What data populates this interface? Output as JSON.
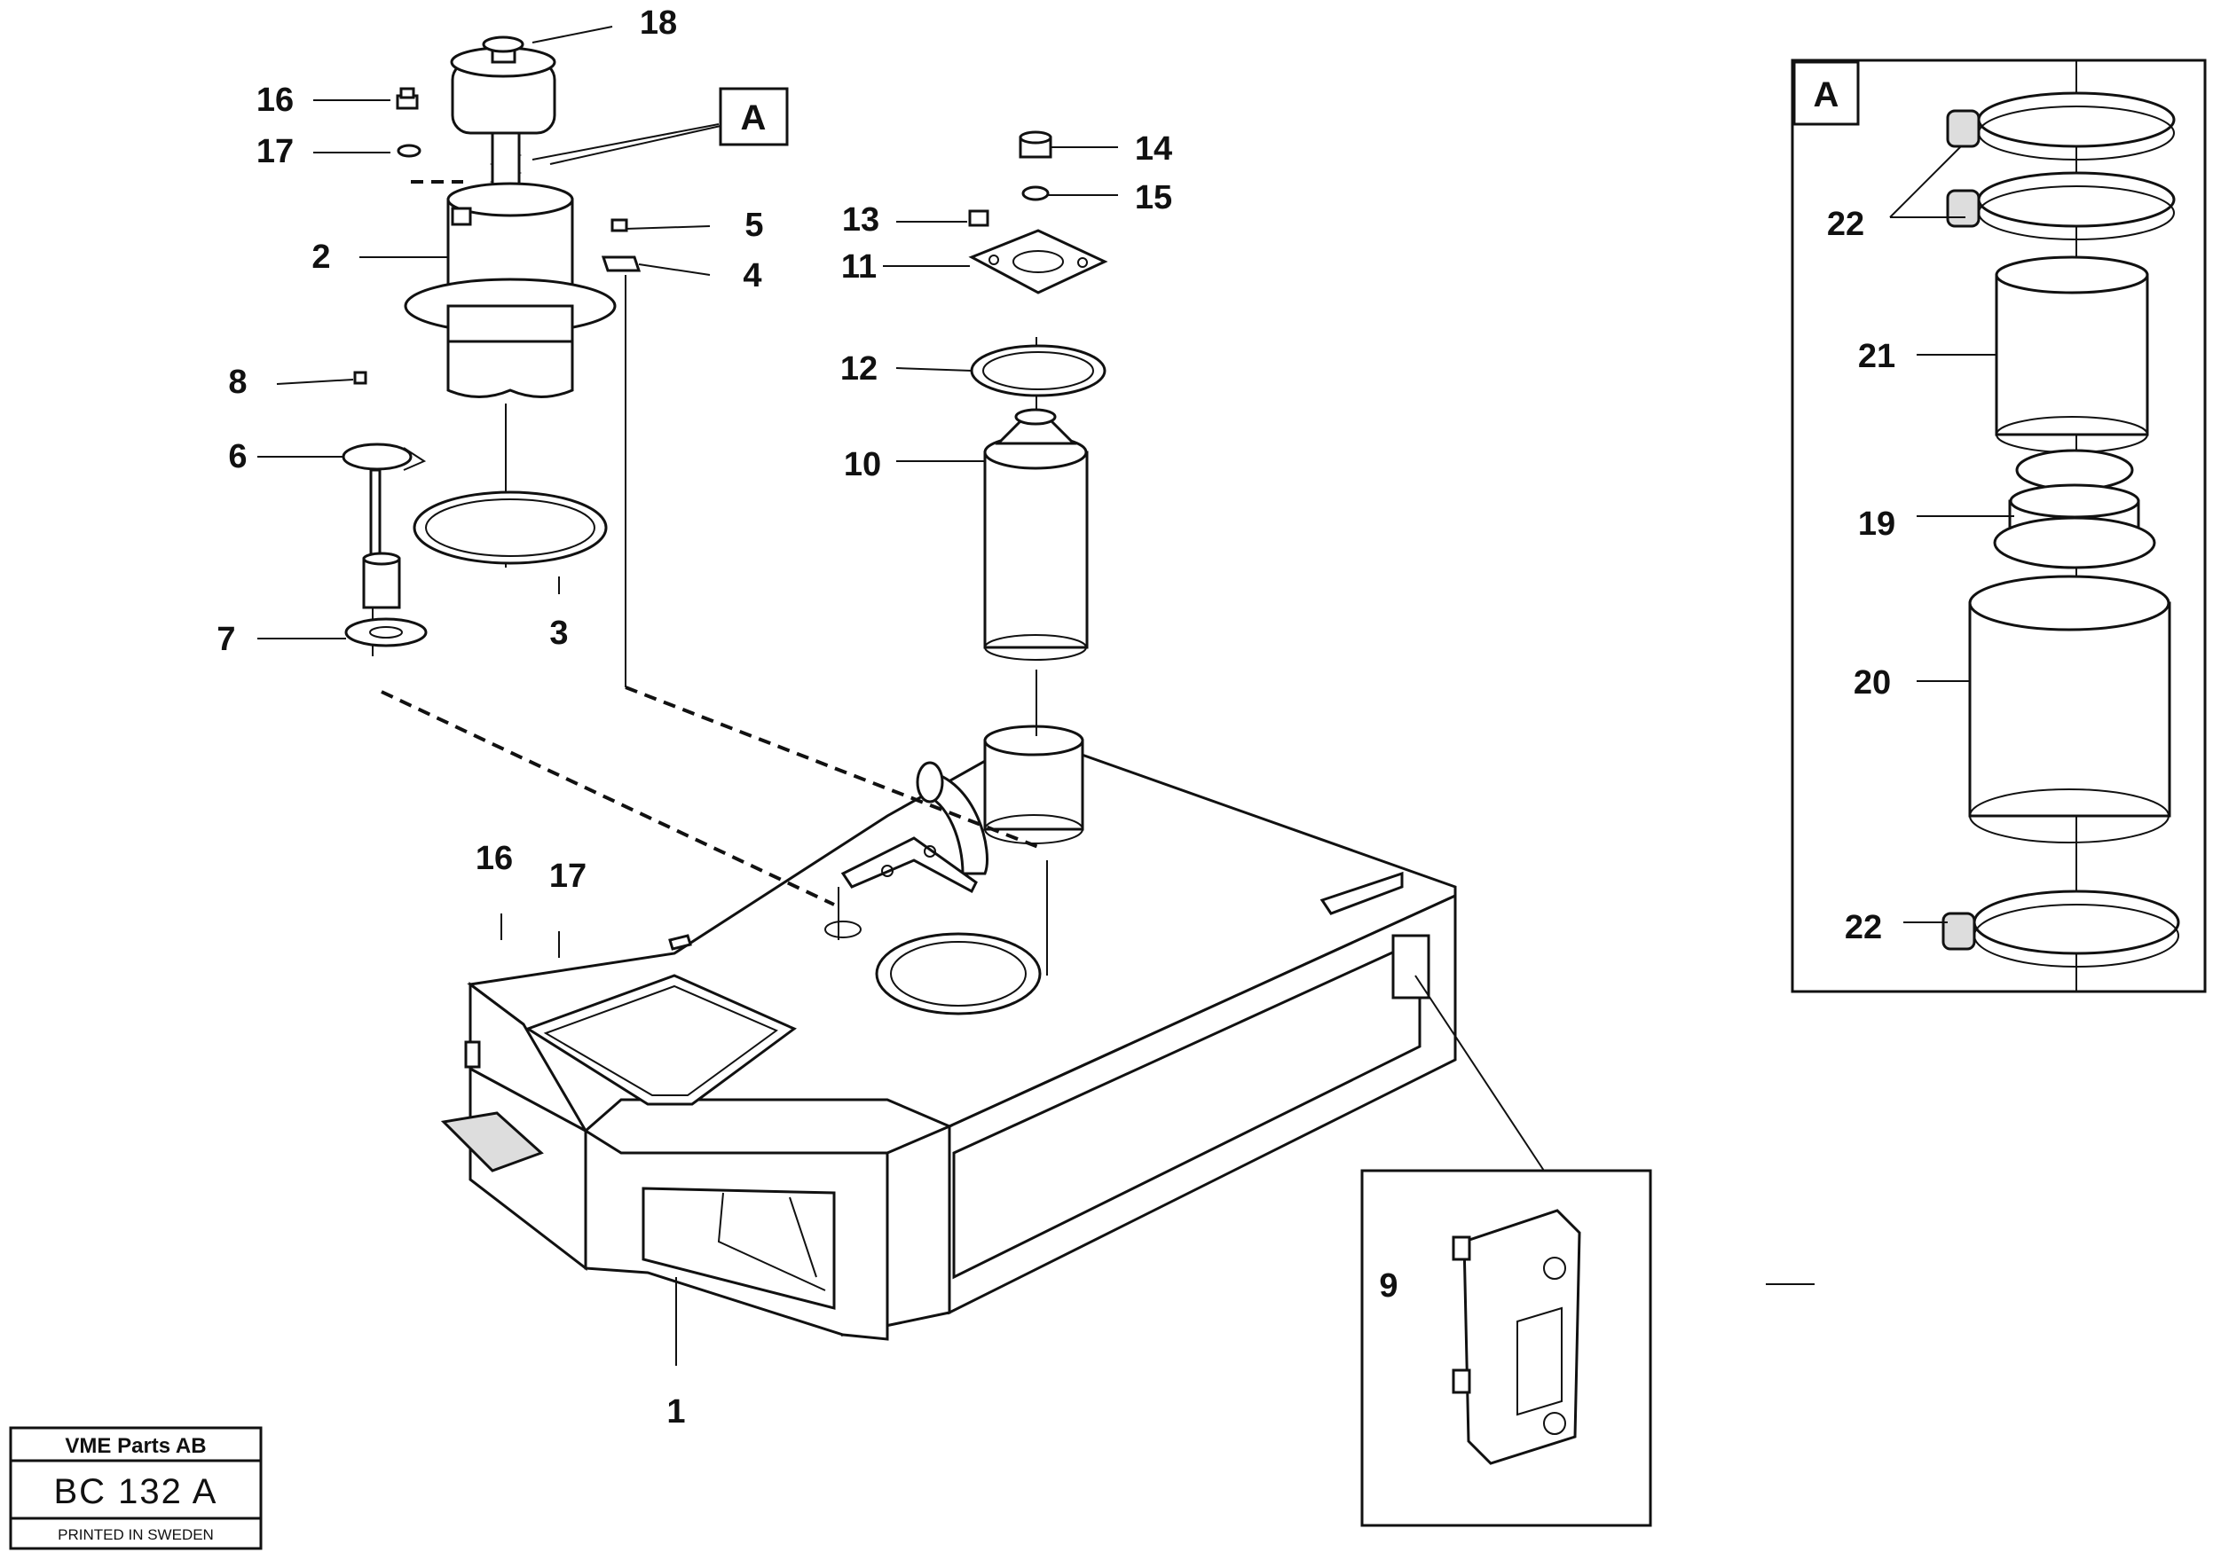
{
  "callouts": {
    "c1": "1",
    "c2": "2",
    "c3": "3",
    "c4": "4",
    "c5": "5",
    "c6": "6",
    "c7": "7",
    "c8": "8",
    "c9": "9",
    "c10": "10",
    "c11": "11",
    "c12": "12",
    "c13": "13",
    "c14": "14",
    "c15": "15",
    "c16a": "16",
    "c17a": "17",
    "c16b": "16",
    "c17b": "17",
    "c18": "18",
    "c19": "19",
    "c20": "20",
    "c21": "21",
    "c22a": "22",
    "c22b": "22"
  },
  "detail_refs": {
    "main": "A",
    "inset": "A"
  },
  "stamp": {
    "company": "VME Parts AB",
    "code": "BC 132 A",
    "printed": "PRINTED IN SWEDEN"
  }
}
